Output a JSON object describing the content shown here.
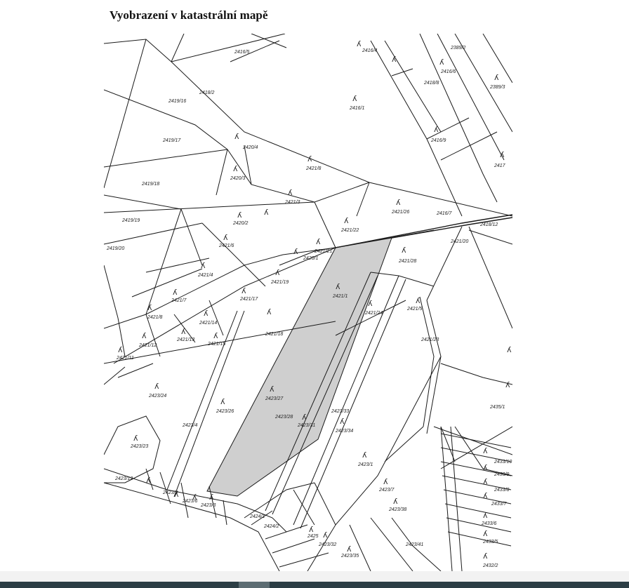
{
  "page": {
    "title": "Vyobrazení v katastrální mapě"
  },
  "map": {
    "highlighted_parcel": "2423/27",
    "parcels": [
      "2416/5",
      "2416/4",
      "2416/6",
      "2389/2",
      "2389/3",
      "2416/1",
      "2418/8",
      "2418/2",
      "2419/16",
      "2419/17",
      "2420/4",
      "2421/8",
      "2416/9",
      "2417",
      "2419/18",
      "2420/3",
      "2421/3",
      "2419/19",
      "2420/2",
      "2421/26",
      "2416/7",
      "2421/22",
      "2418/12",
      "2419/20",
      "2421/6",
      "2421/21",
      "2420/1",
      "2421/28",
      "2421/20",
      "2421/4",
      "2421/19",
      "2421/7",
      "2421/17",
      "2421/1",
      "2421/24",
      "2421/5",
      "2421/8",
      "2421/14",
      "2421/18",
      "2421/12",
      "2421/13",
      "2421/15",
      "2421/11",
      "2423/24",
      "2423/26",
      "2423/27",
      "2423/31",
      "2423/34",
      "2423/23",
      "2423/1",
      "2423/12",
      "2423/9",
      "2423/6",
      "2423/3",
      "2423/7",
      "2423/38",
      "2424/1",
      "2424/2",
      "2423/32",
      "2423/35",
      "2423/41",
      "2425",
      "2433/10",
      "2433/9",
      "2433/8",
      "2433/7",
      "2433/6",
      "2433/5",
      "2432/2",
      "2435/1",
      "2423/4",
      "2423/28",
      "2423/33",
      "2421/23"
    ]
  }
}
